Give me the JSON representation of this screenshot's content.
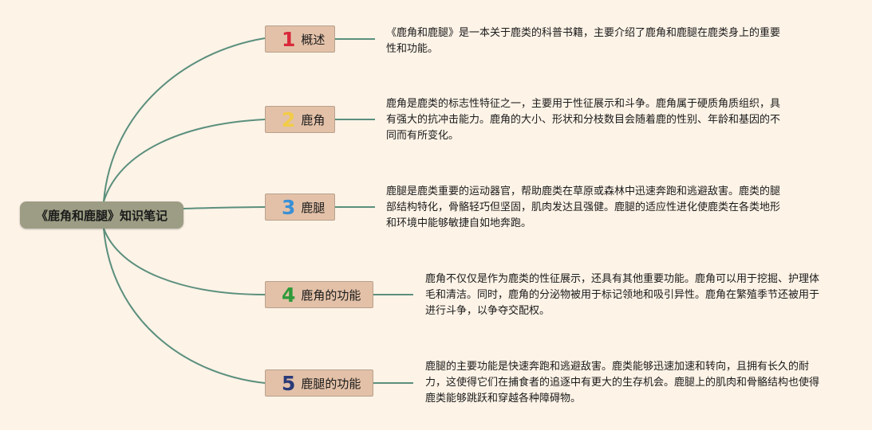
{
  "root": {
    "title": "《鹿角和鹿腿》知识笔记"
  },
  "branches": [
    {
      "number": "1",
      "number_color": "#d9283a",
      "label": "概述",
      "text": "《鹿角和鹿腿》是一本关于鹿类的科普书籍，主要介绍了鹿角和鹿腿在鹿类身上的重要性和功能。"
    },
    {
      "number": "2",
      "number_color": "#f2cc47",
      "label": "鹿角",
      "text": "鹿角是鹿类的标志性特征之一，主要用于性征展示和斗争。鹿角属于硬质角质组织，具有强大的抗冲击能力。鹿角的大小、形状和分枝数目会随着鹿的性别、年龄和基因的不同而有所变化。"
    },
    {
      "number": "3",
      "number_color": "#3a90d6",
      "label": "鹿腿",
      "text": "鹿腿是鹿类重要的运动器官，帮助鹿类在草原或森林中迅速奔跑和逃避敌害。鹿类的腿部结构特化，骨骼轻巧但坚固，肌肉发达且强健。鹿腿的适应性进化使鹿类在各类地形和环境中能够敏捷自如地奔跑。"
    },
    {
      "number": "4",
      "number_color": "#2e9a3a",
      "label": "鹿角的功能",
      "text": "鹿角不仅仅是作为鹿类的性征展示，还具有其他重要功能。鹿角可以用于挖掘、护理体毛和清洁。同时，鹿角的分泌物被用于标记领地和吸引异性。鹿角在繁殖季节还被用于进行斗争，以争夺交配权。"
    },
    {
      "number": "5",
      "number_color": "#2b3a78",
      "label": "鹿腿的功能",
      "text": "鹿腿的主要功能是快速奔跑和逃避敌害。鹿类能够迅速加速和转向，且拥有长久的耐力，这使得它们在捕食者的追逐中有更大的生存机会。鹿腿上的肌肉和骨骼结构也使得鹿类能够跳跃和穿越各种障碍物。"
    }
  ],
  "colors": {
    "background": "#fdf3e7",
    "connector": "#5b8f7d",
    "root_fill": "#9c9d84",
    "branch_fill": "#e3c1a8"
  }
}
